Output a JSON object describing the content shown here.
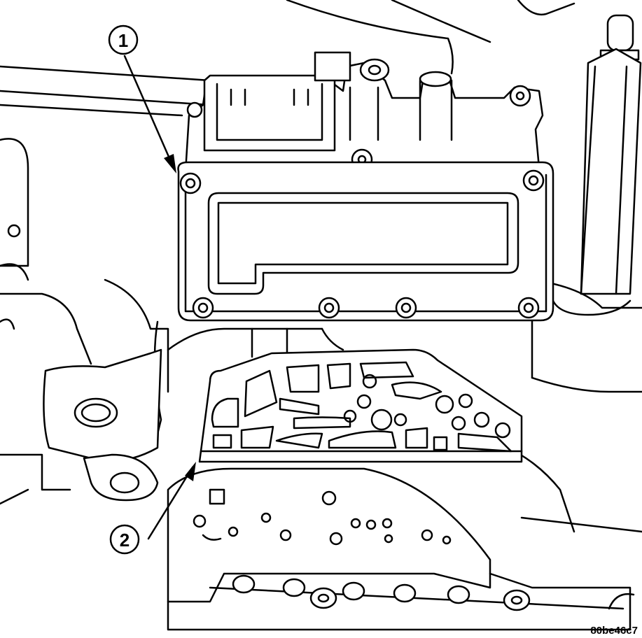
{
  "callouts": [
    {
      "label": "1"
    },
    {
      "label": "2"
    }
  ],
  "figure_code": "80be46c7",
  "colors": {
    "line": "#000000",
    "background": "#ffffff"
  }
}
